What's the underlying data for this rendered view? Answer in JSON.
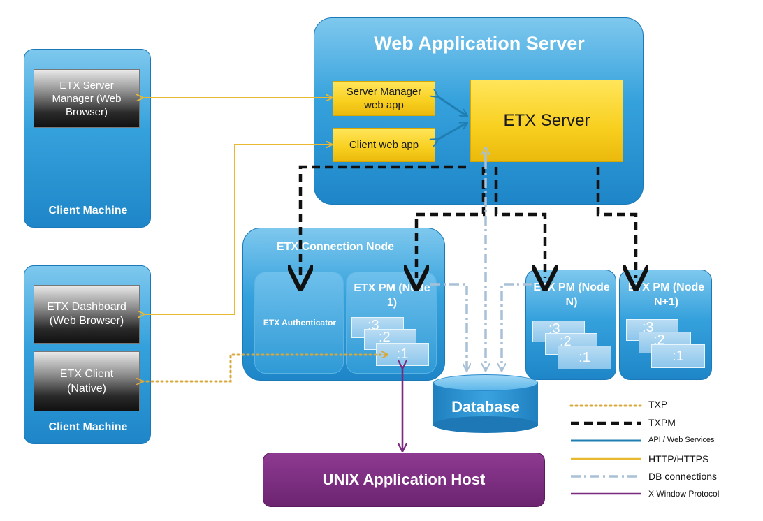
{
  "web_app_server": {
    "title": "Web Application Server",
    "server_manager_app": "Server Manager web app",
    "client_web_app": "Client web app",
    "etx_server": "ETX Server"
  },
  "client_machine_top": {
    "label": "Client Machine",
    "server_manager_browser": "ETX Server Manager (Web Browser)"
  },
  "client_machine_bottom": {
    "label": "Client Machine",
    "dashboard": "ETX Dashboard (Web Browser)",
    "native_client": "ETX Client (Native)"
  },
  "connection_node": {
    "title": "ETX Connection Node",
    "authenticator": "ETX Authenticator",
    "pm_node1": "ETX PM (Node 1)"
  },
  "pm_node_n": "ETX PM (Node N)",
  "pm_node_n1": "ETX PM (Node N+1)",
  "sessions": [
    ":3",
    ":2",
    ":1"
  ],
  "database": "Database",
  "unix_host": "UNIX Application Host",
  "legend": [
    {
      "label": "TXP",
      "style": "txp"
    },
    {
      "label": "TXPM",
      "style": "txpm"
    },
    {
      "label": "API / Web Services",
      "style": "api"
    },
    {
      "label": "HTTP/HTTPS",
      "style": "http"
    },
    {
      "label": "DB connections",
      "style": "db"
    },
    {
      "label": "X Window Protocol",
      "style": "xwin"
    }
  ],
  "colors": {
    "blue_panel": "#2f9ad6",
    "gold_box": "#f8cf1e",
    "http": "#e8b830",
    "txp": "#d8a83a",
    "txpm": "#111111",
    "api": "#1f7fb3",
    "db": "#a9c1d6",
    "xwin": "#7a2a80",
    "unix_host": "#7a2a80"
  }
}
